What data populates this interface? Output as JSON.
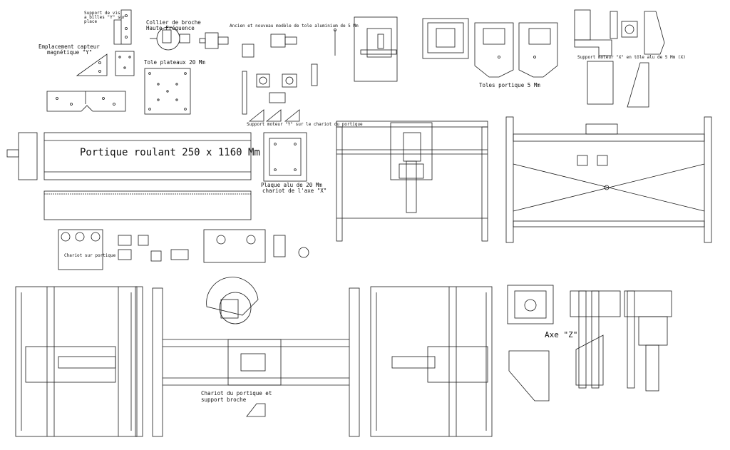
{
  "labels": {
    "support_vis": "Support de vis",
    "support_vis_2": "a billes \"Y\" sur",
    "support_vis_3": "place",
    "capteur": "Emplacement capteur",
    "capteur_2": "magnétique \"Y\"",
    "collier": "Collier de broche",
    "collier_2": "Haute Fréquence",
    "tole_plateaux": "Tole plateaux 20 Mm",
    "ancien_nouveau": "Ancien et nouveau modèle de tole aluminium de 5 Mm",
    "support_moteur_y": "Support moteur \"Y\" sur le chariot du portique",
    "toles_portique": "Toles portique 5 Mm",
    "support_moteur_x": "Support moteur \"X\" en tôle alu de 5 Mm (X)",
    "portique_roulant": "Portique roulant 250 x 1160 Mm",
    "plaque_alu": "Plaque alu de 20 Mm",
    "chariot_axe_x": "chariot de l'axe \"X\"",
    "chariot_sur_portique": "Chariot sur portique",
    "axe_z": "Axe \"Z\"",
    "chariot_portique": "Chariot du portique et",
    "support_broche": "support broche"
  },
  "colors": {
    "line": "#1a1a1a",
    "background": "#ffffff"
  }
}
